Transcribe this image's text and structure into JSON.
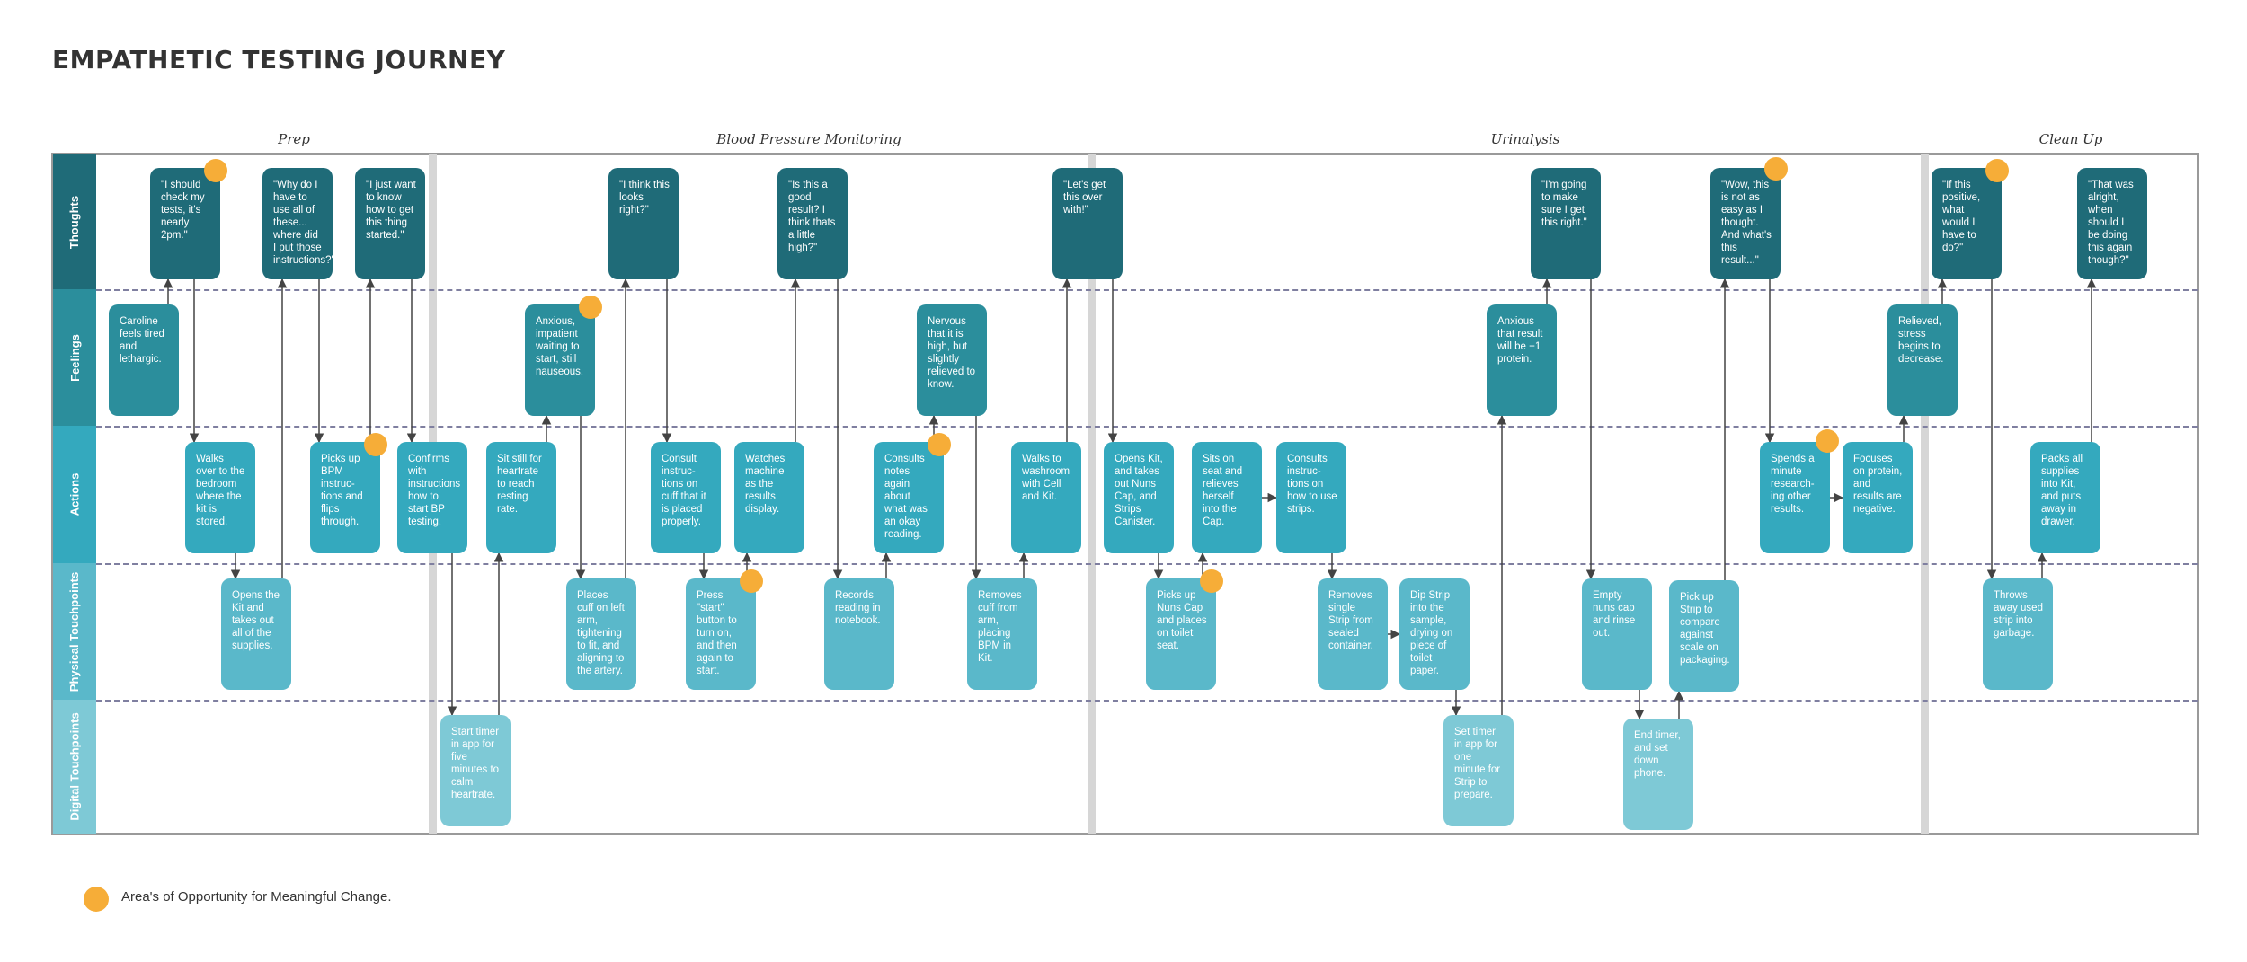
{
  "title": "EMPATHETIC TESTING JOURNEY",
  "phases": [
    "Prep",
    "Blood Pressure Monitoring",
    "Urinalysis",
    "Clean Up"
  ],
  "lanes": [
    "Thoughts",
    "Feelings",
    "Actions",
    "Physical Touchpoints",
    "Digital Touchpoints"
  ],
  "colors": {
    "thought": "#1f6b78",
    "feeling": "#2b8e9c",
    "action": "#34a9be",
    "physical": "#5ab8ca",
    "digital": "#7ec9d6",
    "opportunity": "#f6ad38",
    "arrow": "#444444"
  },
  "cards": [
    {
      "id": "t1",
      "lane": "thought",
      "text": "\"I should check my tests, it's nearly 2pm.\""
    },
    {
      "id": "t2",
      "lane": "thought",
      "text": "\"Why do I have to use all of these... where did I put those instructions?\""
    },
    {
      "id": "t3",
      "lane": "thought",
      "text": "\"I just want to know how to get this thing started.\""
    },
    {
      "id": "t4",
      "lane": "thought",
      "text": "\"I think this looks right?\""
    },
    {
      "id": "t5",
      "lane": "thought",
      "text": "\"Is this a good result? I think thats a little high?\""
    },
    {
      "id": "t6",
      "lane": "thought",
      "text": "\"Let's get this over with!\""
    },
    {
      "id": "t7",
      "lane": "thought",
      "text": "\"I'm going to make sure I get this right.\""
    },
    {
      "id": "t8",
      "lane": "thought",
      "text": "\"Wow, this is not as easy as I thought. And what's this result...\""
    },
    {
      "id": "t9",
      "lane": "thought",
      "text": "\"If this positive, what would I have to do?\""
    },
    {
      "id": "t10",
      "lane": "thought",
      "text": "\"That was alright, when should I be doing this again though?\""
    },
    {
      "id": "f1",
      "lane": "feeling",
      "text": "Caroline feels tired and lethargic."
    },
    {
      "id": "f2",
      "lane": "feeling",
      "text": "Anxious, impatient waiting to start, still nauseous."
    },
    {
      "id": "f3",
      "lane": "feeling",
      "text": "Nervous that it is high, but slightly relieved to know."
    },
    {
      "id": "f4",
      "lane": "feeling",
      "text": "Anxious that result will be +1 protein."
    },
    {
      "id": "f5",
      "lane": "feeling",
      "text": "Relieved, stress begins to decrease."
    },
    {
      "id": "a1",
      "lane": "action",
      "text": "Walks over to the bedroom where the kit is stored."
    },
    {
      "id": "a2",
      "lane": "action",
      "text": "Picks up BPM instruc-tions and flips through."
    },
    {
      "id": "a3",
      "lane": "action",
      "text": "Confirms with instructions how to start BP testing."
    },
    {
      "id": "a4",
      "lane": "action",
      "text": "Sit still for heartrate to reach resting rate."
    },
    {
      "id": "a5",
      "lane": "action",
      "text": "Consult instruc-tions on cuff that it is placed properly."
    },
    {
      "id": "a6",
      "lane": "action",
      "text": "Watches machine as the results display."
    },
    {
      "id": "a7",
      "lane": "action",
      "text": "Consults notes again about what was an okay reading."
    },
    {
      "id": "a8",
      "lane": "action",
      "text": "Walks to washroom with Cell and Kit."
    },
    {
      "id": "a9",
      "lane": "action",
      "text": "Opens Kit, and takes out Nuns Cap, and Strips Canister."
    },
    {
      "id": "a10",
      "lane": "action",
      "text": "Sits on seat and relieves herself into the Cap."
    },
    {
      "id": "a11",
      "lane": "action",
      "text": "Consults instruc-tions on how to use strips."
    },
    {
      "id": "a12",
      "lane": "action",
      "text": "Spends a minute research-ing other results."
    },
    {
      "id": "a13",
      "lane": "action",
      "text": "Focuses on protein, and results are negative."
    },
    {
      "id": "a14",
      "lane": "action",
      "text": "Packs all supplies into Kit, and puts away in drawer."
    },
    {
      "id": "p1",
      "lane": "physical",
      "text": "Opens the Kit and takes out all of the supplies."
    },
    {
      "id": "p2",
      "lane": "physical",
      "text": "Places cuff on left arm, tightening to fit, and aligning to the artery."
    },
    {
      "id": "p3",
      "lane": "physical",
      "text": "Press \"start\" button to turn on, and then again to start."
    },
    {
      "id": "p4",
      "lane": "physical",
      "text": "Records reading in notebook."
    },
    {
      "id": "p5",
      "lane": "physical",
      "text": "Removes cuff from arm, placing BPM in Kit."
    },
    {
      "id": "p6",
      "lane": "physical",
      "text": "Picks up Nuns Cap and places on toilet seat."
    },
    {
      "id": "p7",
      "lane": "physical",
      "text": "Removes single Strip from sealed container."
    },
    {
      "id": "p8",
      "lane": "physical",
      "text": "Dip Strip into the sample, drying on piece of toilet paper."
    },
    {
      "id": "p9",
      "lane": "physical",
      "text": "Empty nuns cap and rinse out."
    },
    {
      "id": "p10",
      "lane": "physical",
      "text": "Pick up Strip to compare against scale on packaging."
    },
    {
      "id": "p11",
      "lane": "physical",
      "text": "Throws away used strip into garbage."
    },
    {
      "id": "d1",
      "lane": "digital",
      "text": "Start timer in app for five minutes to calm heartrate."
    },
    {
      "id": "d2",
      "lane": "digital",
      "text": "Set timer in app for one minute for Strip to prepare."
    },
    {
      "id": "d3",
      "lane": "digital",
      "text": "End timer, and set down phone."
    }
  ],
  "legend": {
    "label": "Area's of Opportunity for Meaningful Change."
  }
}
